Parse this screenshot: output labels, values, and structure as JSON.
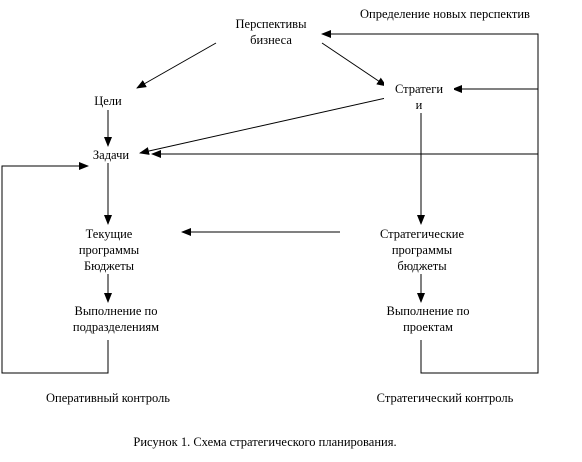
{
  "diagram": {
    "nodes": {
      "business_prospects": "Перспективы\nбизнеса",
      "strategies": "Стратеги\nи",
      "goals": "Цели",
      "tasks": "Задачи",
      "current_programs": "Текущие\nпрограммы\nБюджеты",
      "strategic_programs": "Стратегические\nпрограммы\nбюджеты",
      "exec_departments": "Выполнение по\nподразделениям",
      "exec_projects": "Выполнение по\nпроектам"
    },
    "labels": {
      "new_prospects": "Определение новых перспектив",
      "operational_control": "Оперативный контроль",
      "strategic_control": "Стратегический контроль"
    },
    "caption": "Рисунок 1. Схема стратегического планирования."
  },
  "colors": {
    "line": "#000000",
    "background": "#ffffff"
  }
}
